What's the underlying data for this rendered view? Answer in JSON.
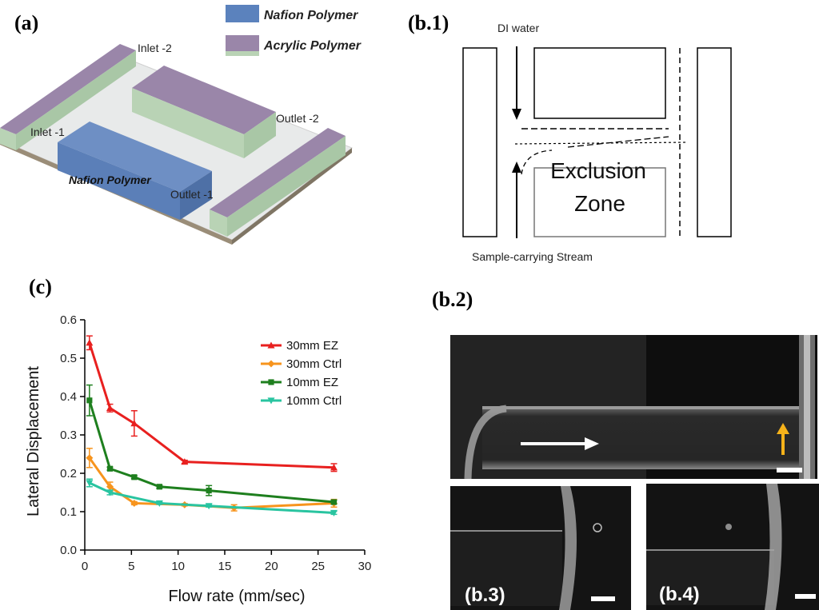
{
  "panel_a": {
    "label": "(a)",
    "legend": [
      {
        "text": "Nafion Polymer",
        "color": "#5b82bd"
      },
      {
        "text": "Acrylic Polymer",
        "color": "#9a86a9"
      }
    ],
    "labels": {
      "inlet1": "Inlet -1",
      "inlet2": "Inlet -2",
      "outlet1": "Outlet -1",
      "outlet2": "Outlet -2",
      "nafion": "Nafion Polymer"
    }
  },
  "panel_b1": {
    "label": "(b.1)",
    "top_text": "DI water",
    "bottom_text": "Sample-carrying Stream",
    "zone_line1": "Exclusion",
    "zone_line2": "Zone"
  },
  "panel_c": {
    "label": "(c)"
  },
  "panel_b2": {
    "label": "(b.2)"
  },
  "panel_b3": {
    "label": "(b.3)"
  },
  "panel_b4": {
    "label": "(b.4)"
  },
  "chart_data": {
    "type": "line",
    "title": "",
    "xlabel": "Flow rate (mm/sec)",
    "ylabel": "Lateral Displacement",
    "xlim": [
      0,
      30
    ],
    "ylim": [
      0,
      0.6
    ],
    "xticks": [
      "0",
      "5",
      "10",
      "15",
      "20",
      "25",
      "30"
    ],
    "yticks": [
      "0.0",
      "0.1",
      "0.2",
      "0.3",
      "0.4",
      "0.5",
      "0.6"
    ],
    "grid": false,
    "legend_position": "top-right",
    "series": [
      {
        "name": "30mm EZ",
        "color": "#e8201f",
        "marker": "triangle",
        "x": [
          0.5,
          2.7,
          5.3,
          10.7,
          26.7
        ],
        "y": [
          0.54,
          0.37,
          0.33,
          0.23,
          0.215
        ],
        "err": [
          0.018,
          0.01,
          0.033,
          0.004,
          0.01
        ]
      },
      {
        "name": "30mm Ctrl",
        "color": "#f7941d",
        "marker": "diamond",
        "x": [
          0.5,
          2.7,
          5.3,
          10.7,
          16,
          26.7
        ],
        "y": [
          0.24,
          0.165,
          0.122,
          0.118,
          0.11,
          0.122
        ],
        "err": [
          0.025,
          0.012,
          0.004,
          0.003,
          0.008,
          0.01
        ]
      },
      {
        "name": "10mm EZ",
        "color": "#1e7f1e",
        "marker": "square",
        "x": [
          0.5,
          2.7,
          5.3,
          8,
          13.3,
          26.7
        ],
        "y": [
          0.39,
          0.212,
          0.19,
          0.165,
          0.155,
          0.125
        ],
        "err": [
          0.04,
          0.004,
          0.004,
          0.004,
          0.013,
          0.005
        ]
      },
      {
        "name": "10mm Ctrl",
        "color": "#29c4a0",
        "marker": "triangle-down",
        "x": [
          0.5,
          2.7,
          8,
          13.3,
          26.7
        ],
        "y": [
          0.175,
          0.15,
          0.122,
          0.115,
          0.097
        ],
        "err": [
          0.01,
          0.006,
          0.003,
          0.003,
          0.004
        ]
      }
    ]
  }
}
